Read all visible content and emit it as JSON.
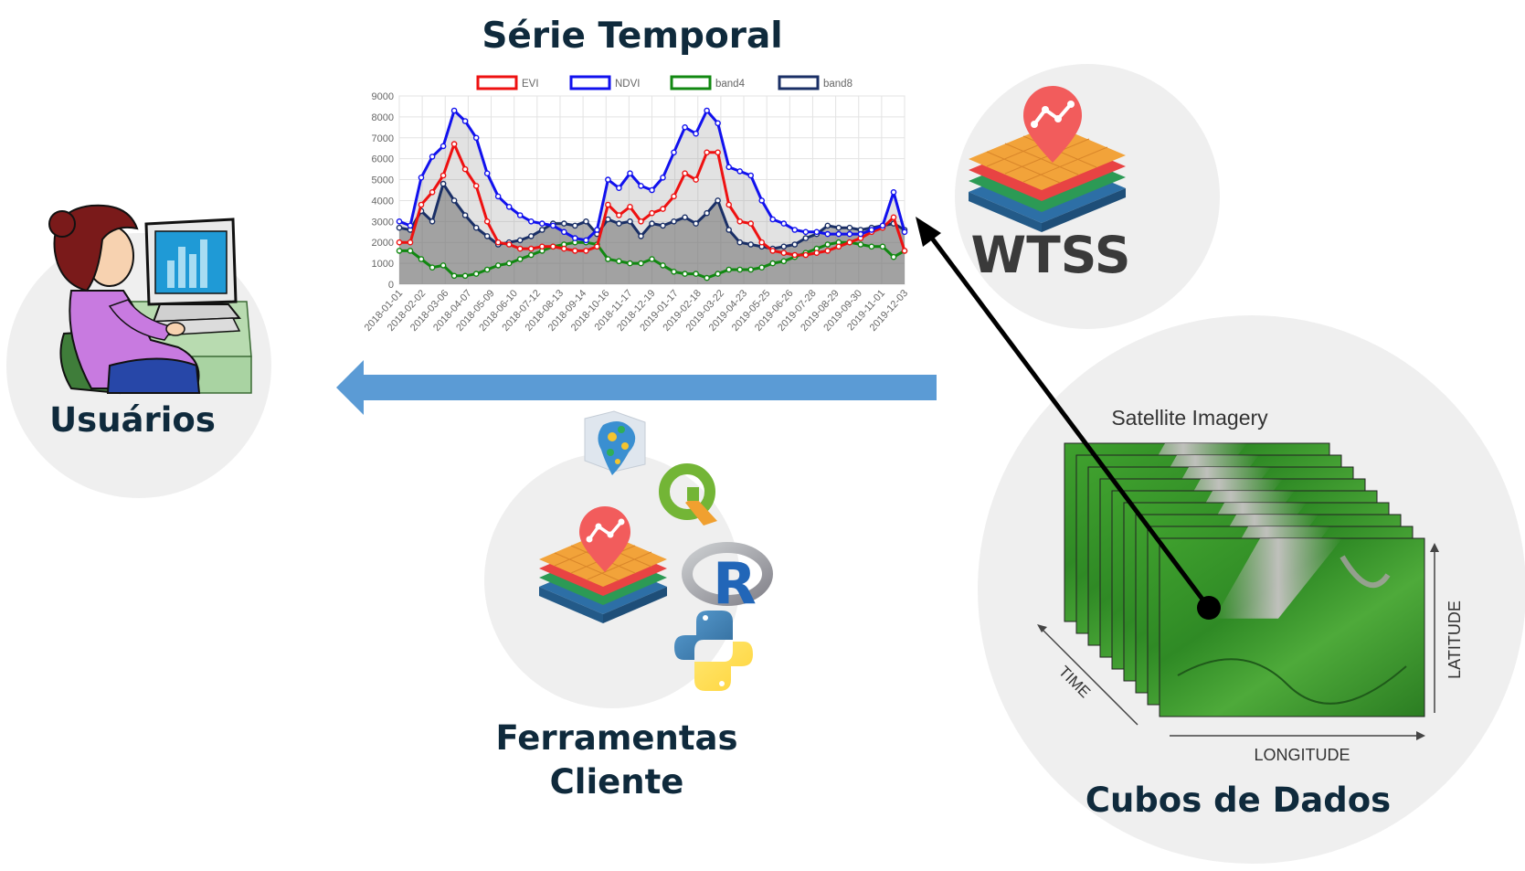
{
  "diagram": {
    "users_label": "Usuários",
    "tools_label_line1": "Ferramentas",
    "tools_label_line2": "Cliente",
    "data_cubes_label": "Cubos de Dados",
    "wtss_label": "WTSS",
    "satellite_label": "Satellite Imagery",
    "time_label": "TIME",
    "longitude_label": "LONGITUDE",
    "latitude_label": "LATITUDE",
    "r_logo_letter": "R",
    "icons": [
      "user-at-computer-icon",
      "wtss-layers-icon",
      "map-pin-chart-icon",
      "brazil-map-icon",
      "qgis-icon",
      "r-logo-icon",
      "python-logo-icon",
      "satellite-image-stack"
    ],
    "colors": {
      "flow_arrow": "#5b9bd5",
      "request_arrow": "#000000",
      "circle_bg": "#efefef",
      "title_text": "#0f2a3c",
      "pin": "#f05a5a"
    }
  },
  "chart_data": {
    "type": "line",
    "title": "Série Temporal",
    "xlabel": "",
    "ylabel": "",
    "ylim": [
      0,
      9000
    ],
    "yticks": [
      "9000",
      "8000",
      "7000",
      "6000",
      "5000",
      "4000",
      "3000",
      "2000",
      "1000",
      "0"
    ],
    "xtick_labels": [
      "2018-01-01",
      "2018-02-02",
      "2018-03-06",
      "2018-04-07",
      "2018-05-09",
      "2018-06-10",
      "2018-07-12",
      "2018-08-13",
      "2018-09-14",
      "2018-10-16",
      "2018-11-17",
      "2018-12-19",
      "2019-01-17",
      "2019-02-18",
      "2019-03-22",
      "2019-04-23",
      "2019-05-25",
      "2019-06-26",
      "2019-07-28",
      "2019-08-29",
      "2019-09-30",
      "2019-11-01",
      "2019-12-03"
    ],
    "grid": true,
    "legend_position": "top",
    "series": [
      {
        "name": "EVI",
        "color": "#ee1111",
        "fill": false,
        "values": [
          2000,
          2000,
          3800,
          4400,
          5200,
          6700,
          5500,
          4700,
          3000,
          2000,
          1900,
          1700,
          1700,
          1800,
          1800,
          1700,
          1600,
          1600,
          1800,
          3800,
          3300,
          3700,
          3000,
          3400,
          3600,
          4200,
          5300,
          5000,
          6300,
          6300,
          3800,
          3000,
          2900,
          2000,
          1600,
          1500,
          1400,
          1400,
          1500,
          1600,
          1800,
          2000,
          2200,
          2500,
          2700,
          3200,
          1600
        ]
      },
      {
        "name": "NDVI",
        "color": "#1111ee",
        "fill": true,
        "values": [
          3000,
          2800,
          5100,
          6100,
          6600,
          8300,
          7800,
          7000,
          5300,
          4200,
          3700,
          3300,
          3000,
          2900,
          2800,
          2500,
          2200,
          2100,
          2600,
          5000,
          4600,
          5300,
          4700,
          4500,
          5100,
          6300,
          7500,
          7200,
          8300,
          7700,
          5600,
          5400,
          5200,
          4000,
          3100,
          2900,
          2600,
          2500,
          2500,
          2400,
          2400,
          2400,
          2400,
          2600,
          2800,
          4400,
          2500
        ]
      },
      {
        "name": "band4",
        "color": "#118811",
        "fill": false,
        "values": [
          1600,
          1600,
          1200,
          800,
          900,
          400,
          400,
          500,
          700,
          900,
          1000,
          1200,
          1400,
          1600,
          1800,
          1900,
          2000,
          2000,
          1900,
          1200,
          1100,
          1000,
          1000,
          1200,
          900,
          600,
          500,
          500,
          300,
          500,
          700,
          700,
          700,
          800,
          1000,
          1100,
          1300,
          1500,
          1700,
          1900,
          2000,
          2000,
          1900,
          1800,
          1800,
          1300,
          1600
        ]
      },
      {
        "name": "band8",
        "color": "#1a2f66",
        "fill": true,
        "values": [
          2700,
          2600,
          3500,
          3000,
          4800,
          4000,
          3300,
          2700,
          2300,
          1900,
          2000,
          2100,
          2300,
          2600,
          2900,
          2900,
          2800,
          3000,
          2400,
          3100,
          2900,
          3000,
          2300,
          2900,
          2800,
          3000,
          3200,
          2900,
          3400,
          4000,
          2600,
          2000,
          1900,
          1800,
          1700,
          1800,
          1900,
          2200,
          2400,
          2800,
          2700,
          2700,
          2600,
          2700,
          2800,
          2900,
          2600
        ]
      }
    ]
  }
}
